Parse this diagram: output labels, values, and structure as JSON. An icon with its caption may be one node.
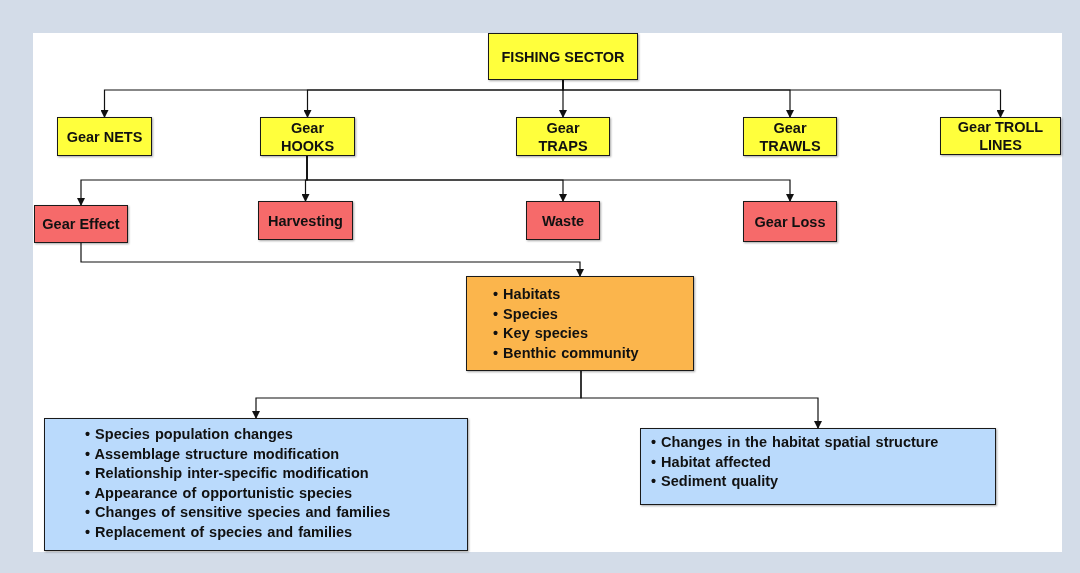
{
  "diagram": {
    "nodes": [
      {
        "text": [
          "FISHING SECTOR"
        ]
      },
      {
        "text": [
          "Gear NETS"
        ]
      },
      {
        "text": [
          "Gear HOOKS"
        ]
      },
      {
        "text": [
          "Gear TRAPS"
        ]
      },
      {
        "text": [
          "Gear TRAWLS"
        ]
      },
      {
        "text": [
          "Gear TROLL LINES"
        ]
      },
      {
        "text": [
          "Gear Effect"
        ]
      },
      {
        "text": [
          "Harvesting"
        ]
      },
      {
        "text": [
          "Waste"
        ]
      },
      {
        "text": [
          "Gear Loss"
        ]
      },
      {
        "text": [
          "• Habitats",
          "• Species",
          "• Key species",
          "• Benthic community"
        ]
      },
      {
        "text": [
          "• Species population changes",
          "• Assemblage structure modification",
          "• Relationship inter-specific modification",
          "• Appearance of opportunistic species",
          "• Changes of sensitive species and families",
          "• Replacement of species and families"
        ]
      },
      {
        "text": [
          "• Changes in the habitat spatial structure",
          "• Habitat affected",
          "• Sediment quality"
        ]
      }
    ],
    "edges": [
      {
        "from": 0,
        "to": 1,
        "arrow": "to"
      },
      {
        "from": 0,
        "to": 2,
        "arrow": "to"
      },
      {
        "from": 0,
        "to": 3,
        "arrow": "to"
      },
      {
        "from": 0,
        "to": 4,
        "arrow": "to"
      },
      {
        "from": 0,
        "to": 5,
        "arrow": "to"
      },
      {
        "from": 2,
        "to": 6,
        "arrow": "to"
      },
      {
        "from": 2,
        "to": 7,
        "arrow": "to"
      },
      {
        "from": 2,
        "to": 8,
        "arrow": "to"
      },
      {
        "from": 2,
        "to": 9,
        "arrow": "to"
      },
      {
        "from": 6,
        "to": 10,
        "arrow": "to"
      },
      {
        "from": 10,
        "to": 11,
        "arrow": "to"
      },
      {
        "from": 10,
        "to": 12,
        "arrow": "to"
      }
    ]
  }
}
